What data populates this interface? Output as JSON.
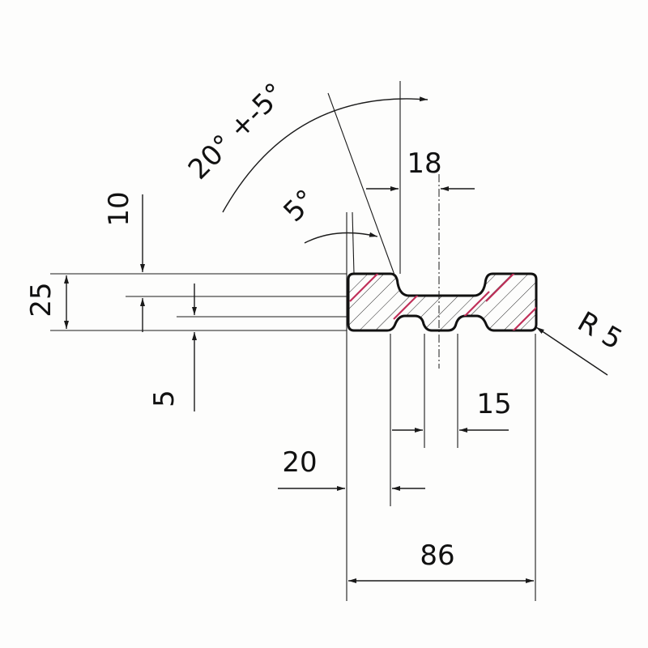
{
  "drawing": {
    "dimensions": {
      "overall_width": "86",
      "top_gap": "18",
      "bottom_slot_width": "15",
      "left_offset": "20",
      "height": "25",
      "top_step": "10",
      "bottom_step": "5",
      "corner_radius": "R 5",
      "draft_angle": "20° +-5°",
      "small_angle": "5°"
    },
    "colors": {
      "line": "#1a1a1a",
      "hatch": "#222222",
      "hatch_accent": "#c0305a"
    }
  }
}
